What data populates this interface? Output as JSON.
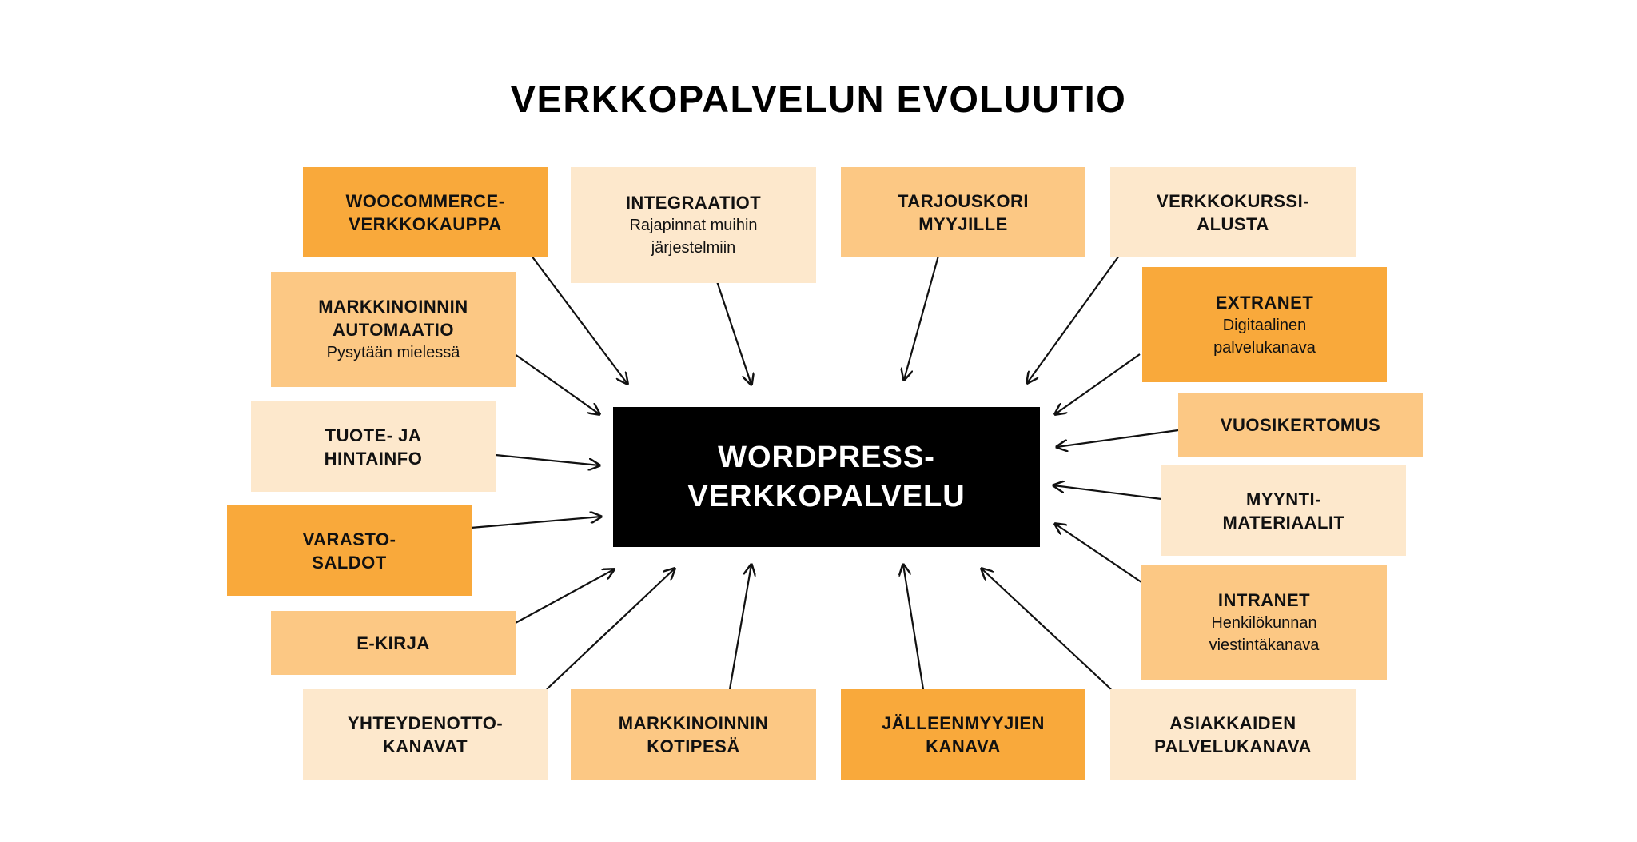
{
  "title": "VERKKOPALVELUN EVOLUUTIO",
  "center": "WORDPRESS-\nVERKKOPALVELU",
  "colors": {
    "dark": "#f9a93b",
    "mid": "#fcc884",
    "light": "#fde8cc",
    "center": "#000000"
  },
  "boxes": {
    "woocommerce": {
      "title": "WOOCOMMERCE-\nVERKKOKAUPPA",
      "sub": ""
    },
    "integraatiot": {
      "title": "INTEGRAATIOT",
      "sub": "Rajapinnat muihin\njärjestelmiin"
    },
    "tarjouskori": {
      "title": "TARJOUSKORI\nMYYJILLE",
      "sub": ""
    },
    "verkkokurssi": {
      "title": "VERKKOKURSSI-\nALUSTA",
      "sub": ""
    },
    "automaatio": {
      "title": "MARKKINOINNIN\nAUTOMAATIO",
      "sub": "Pysytään mielessä"
    },
    "extranet": {
      "title": "EXTRANET",
      "sub": "Digitaalinen\npalvelukanava"
    },
    "tuote": {
      "title": "TUOTE- JA\nHINTAINFO",
      "sub": ""
    },
    "vuosikertomus": {
      "title": "VUOSIKERTOMUS",
      "sub": ""
    },
    "varasto": {
      "title": "VARASTO-\nSALDOT",
      "sub": ""
    },
    "myynti": {
      "title": "MYYNTI-\nMATERIAALIT",
      "sub": ""
    },
    "ekirja": {
      "title": "E-KIRJA",
      "sub": ""
    },
    "intranet": {
      "title": "INTRANET",
      "sub": "Henkilökunnan\nviestintäkanava"
    },
    "yhteydenotto": {
      "title": "YHTEYDENOTTO-\nKANAVAT",
      "sub": ""
    },
    "kotipesa": {
      "title": "MARKKINOINNIN\nKOTIPESÄ",
      "sub": ""
    },
    "jalleenmyyjat": {
      "title": "JÄLLEENMYYJIEN\nKANAVA",
      "sub": ""
    },
    "asiakkaat": {
      "title": "ASIAKKAIDEN\nPALVELUKANAVA",
      "sub": ""
    }
  }
}
